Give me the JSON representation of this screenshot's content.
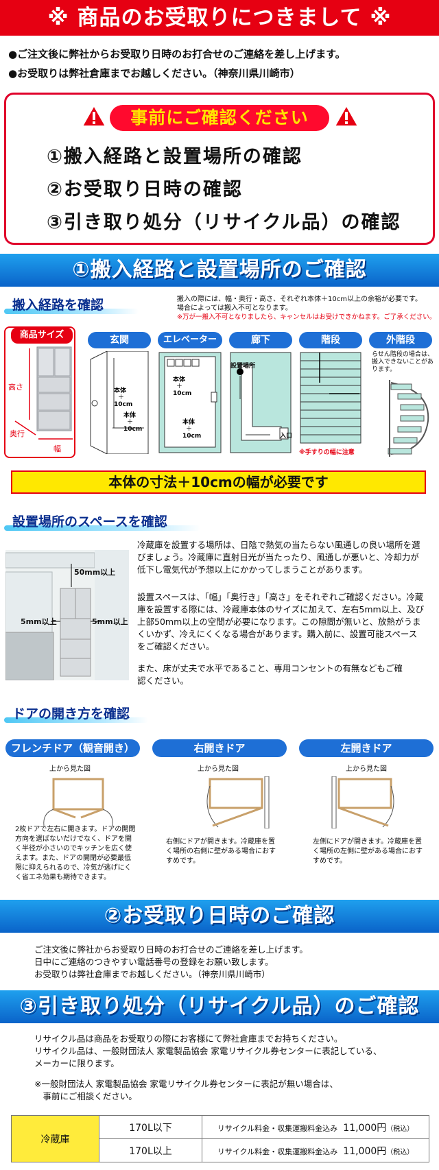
{
  "header": {
    "title": "※ 商品のお受取りにつきまして ※"
  },
  "intro": [
    "●ご注文後に弊社からお受取り日時のお打合せのご連絡を差し上げます。",
    "●お受取りは弊社倉庫までお越しください。（神奈川県川崎市）"
  ],
  "confirm": {
    "title": "事前にご確認ください",
    "items": [
      "①搬入経路と設置場所の確認",
      "②お受取り日時の確認",
      "③引き取り処分（リサイクル品）の確認"
    ]
  },
  "section1": {
    "banner": "①搬入経路と設置場所のご確認",
    "route": {
      "heading": "搬入経路を確認",
      "note1": "搬入の際には、幅・奥行・高さ、それぞれ本体＋10cm以上の余裕が必要です。",
      "note2": "場合によっては搬入不可となります。",
      "note3": "※万が一搬入不可となりましたら、キャンセルはお受けできかねます。ご了承ください。",
      "product_size": "商品サイズ",
      "height": "高さ",
      "depth": "奥行",
      "width": "幅",
      "places": [
        "玄関",
        "エレベーター",
        "廊下",
        "階段",
        "外階段"
      ],
      "body_plus": "本体\n＋\n10cm",
      "install_place": "設置場所",
      "entrance": "入口",
      "handrail_note": "※手すりの幅に注意",
      "spiral_note": "らせん階段の場合は、搬入できないことがあります。",
      "required": "本体の寸法＋10cmの幅が必要です"
    },
    "space": {
      "heading": "設置場所のスペースを確認",
      "top_gap": "50mm以上",
      "left_gap": "5mm以上",
      "right_gap": "5mm以上",
      "paragraphs": [
        "冷蔵庫を設置する場所は、日陰で熱気の当たらない風通しの良い場所を選びましょう。冷蔵庫に直射日光が当たったり、風通しが悪いと、冷却力が低下し電気代が予想以上にかかってしまうことがあります。",
        "設置スペースは、「幅」「奥行き」「高さ」をそれぞれご確認ください。冷蔵庫を設置する際には、冷蔵庫本体のサイズに加えて、左右5mm以上、及び上部50mm以上の空間が必要になります。この隙間が無いと、放熱がうまくいかず、冷えにくくなる場合があります。購入前に、設置可能スペースをご確認ください。",
        "また、床が丈夫で水平であること、専用コンセントの有無などもご確認ください。"
      ]
    },
    "doors": {
      "heading": "ドアの開き方を確認",
      "top_view": "上から見た図",
      "types": [
        {
          "label": "フレンチドア（観音開き）",
          "desc": "2枚ドアで左右に開きます。ドアの開閉方向を選ばないだけでなく、ドアを開く半径が小さいのでキッチンを広く使えます。また、ドアの開閉が必要最低限に抑えられるので、冷気が逃げにくく省エネ効果も期待できます。"
        },
        {
          "label": "右開きドア",
          "desc": "右側にドアが開きます。冷蔵庫を置く場所の右側に壁がある場合におすすめです。"
        },
        {
          "label": "左開きドア",
          "desc": "左側にドアが開きます。冷蔵庫を置く場所の左側に壁がある場合におすすめです。"
        }
      ]
    }
  },
  "section2": {
    "banner": "②お受取り日時のご確認",
    "lines": [
      "ご注文後に弊社からお受取り日時のお打合せのご連絡を差し上げます。",
      "日中にご連絡のつきやすい電話番号の登録をお願い致します。",
      "お受取りは弊社倉庫までお越しください。（神奈川県川崎市）"
    ]
  },
  "section3": {
    "banner": "③引き取り処分（リサイクル品）のご確認",
    "lines": [
      "リサイクル品は商品をお受取りの際にお客様にて弊社倉庫までお持ちください。",
      "リサイクル品は、一般財団法人 家電製品協会 家電リサイクル券センターに表記している、",
      "メーカーに限ります。"
    ],
    "note": [
      "※一般財団法人 家電製品協会 家電リサイクル券センターに表記が無い場合は、",
      "　事前にご相談ください。"
    ],
    "table": {
      "item": "冷蔵庫",
      "rows": [
        {
          "size": "170L以下",
          "fee_label": "リサイクル料金・収集運搬料金込み",
          "price": "11,000円",
          "tax": "（税込）"
        },
        {
          "size": "170L以上",
          "fee_label": "リサイクル料金・収集運搬料金込み",
          "price": "11,000円",
          "tax": "（税込）"
        }
      ]
    }
  },
  "colors": {
    "red": "#e60012",
    "blue": "#1e6fd6",
    "yellow": "#ffe800",
    "navy": "#0a2f8f"
  }
}
